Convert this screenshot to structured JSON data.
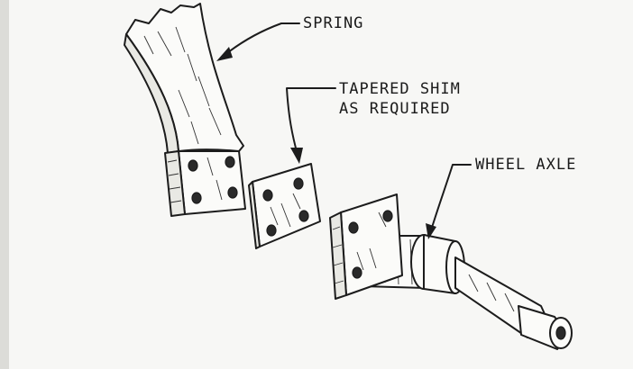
{
  "labels": {
    "spring": "SPRING",
    "shim_line1": "TAPERED SHIM",
    "shim_line2": "AS REQUIRED",
    "axle": "WHEEL AXLE"
  }
}
